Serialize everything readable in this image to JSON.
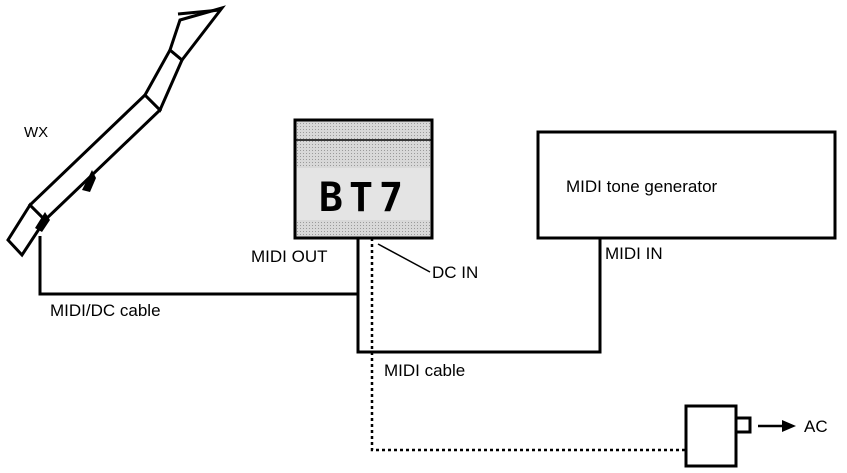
{
  "devices": {
    "wind_controller": {
      "label": "WX"
    },
    "bt7": {
      "logo_text": "BT7"
    },
    "tone_generator": {
      "label": "MIDI tone generator"
    }
  },
  "ports": {
    "midi_out": "MIDI OUT",
    "dc_in": "DC IN",
    "midi_in": "MIDI IN"
  },
  "cables": {
    "midi_dc": "MIDI/DC cable",
    "midi": "MIDI cable"
  },
  "power": {
    "ac_label": "AC"
  },
  "colors": {
    "ink": "#000000",
    "panel_shade": "#c8c8c8",
    "logo_band": "#dcdcdc"
  }
}
